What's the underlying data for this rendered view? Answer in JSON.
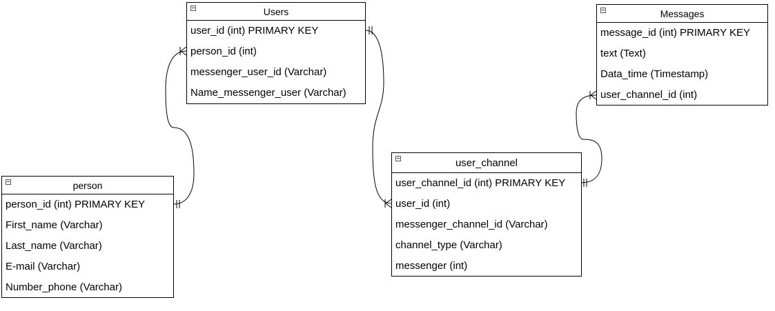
{
  "entities": {
    "users": {
      "title": "Users",
      "attributes": [
        "user_id (int) PRIMARY KEY",
        "person_id (int)",
        "messenger_user_id (Varchar)",
        "Name_messenger_user (Varchar)"
      ]
    },
    "messages": {
      "title": "Messages",
      "attributes": [
        "message_id (int) PRIMARY KEY",
        "text (Text)",
        "Data_time (Timestamp)",
        "user_channel_id (int)"
      ]
    },
    "person": {
      "title": "person",
      "attributes": [
        "person_id (int) PRIMARY KEY",
        "First_name (Varchar)",
        "Last_name (Varchar)",
        "E-mail (Varchar)",
        "Number_phone (Varchar)"
      ]
    },
    "user_channel": {
      "title": "user_channel",
      "attributes": [
        "user_channel_id (int) PRIMARY KEY",
        "user_id (int)",
        "messenger_channel_id (Varchar)",
        "channel_type (Varchar)",
        "messenger (int)"
      ]
    }
  },
  "relationships": [
    {
      "from": "person.person_id",
      "to": "users.person_id",
      "from_end": "one",
      "to_end": "many"
    },
    {
      "from": "users.user_id",
      "to": "user_channel.user_id",
      "from_end": "one",
      "to_end": "many"
    },
    {
      "from": "user_channel.user_channel_id",
      "to": "messages.user_channel_id",
      "from_end": "one",
      "to_end": "many"
    }
  ],
  "icons": {
    "collapse": "collapse-icon"
  }
}
